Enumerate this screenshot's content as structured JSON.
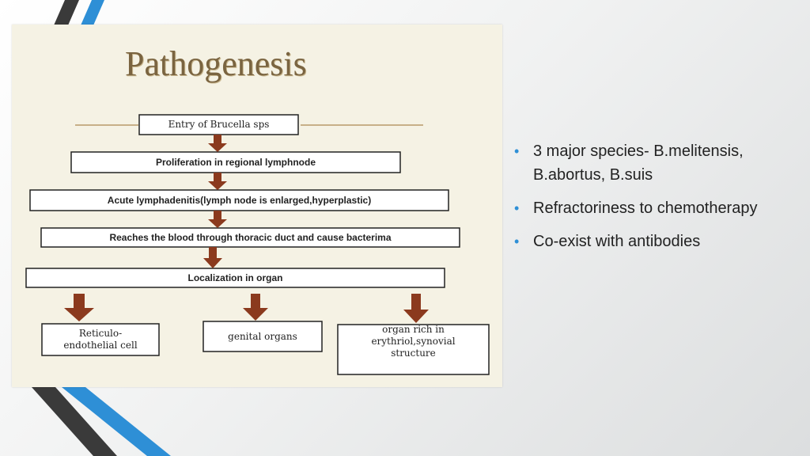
{
  "diagram": {
    "title": "Pathogenesis",
    "steps": [
      "Entry of Brucella sps",
      "Proliferation in regional lymphnode",
      "Acute lymphadenitis(lymph node is enlarged,hyperplastic)",
      "Reaches the blood through thoracic duct and cause bacterima",
      "Localization in organ"
    ],
    "branches": [
      {
        "line1": "Reticulo-",
        "line2": "endothelial cell"
      },
      {
        "line1": "genital organs"
      },
      {
        "line1": "organ rich in",
        "line2": "erythriol,synovial",
        "line3": "structure"
      }
    ],
    "arrow_color": "#8b3a1e"
  },
  "bullets": [
    {
      "text": "3 major species- B.melitensis, B.abortus, B.suis"
    },
    {
      "text": "Refractoriness to chemotherapy"
    },
    {
      "text": "Co-exist with antibodies"
    }
  ],
  "colors": {
    "bullet": "#2e8fd6",
    "decor_blue": "#2e8fd6",
    "decor_dark": "#3a3a3a"
  }
}
